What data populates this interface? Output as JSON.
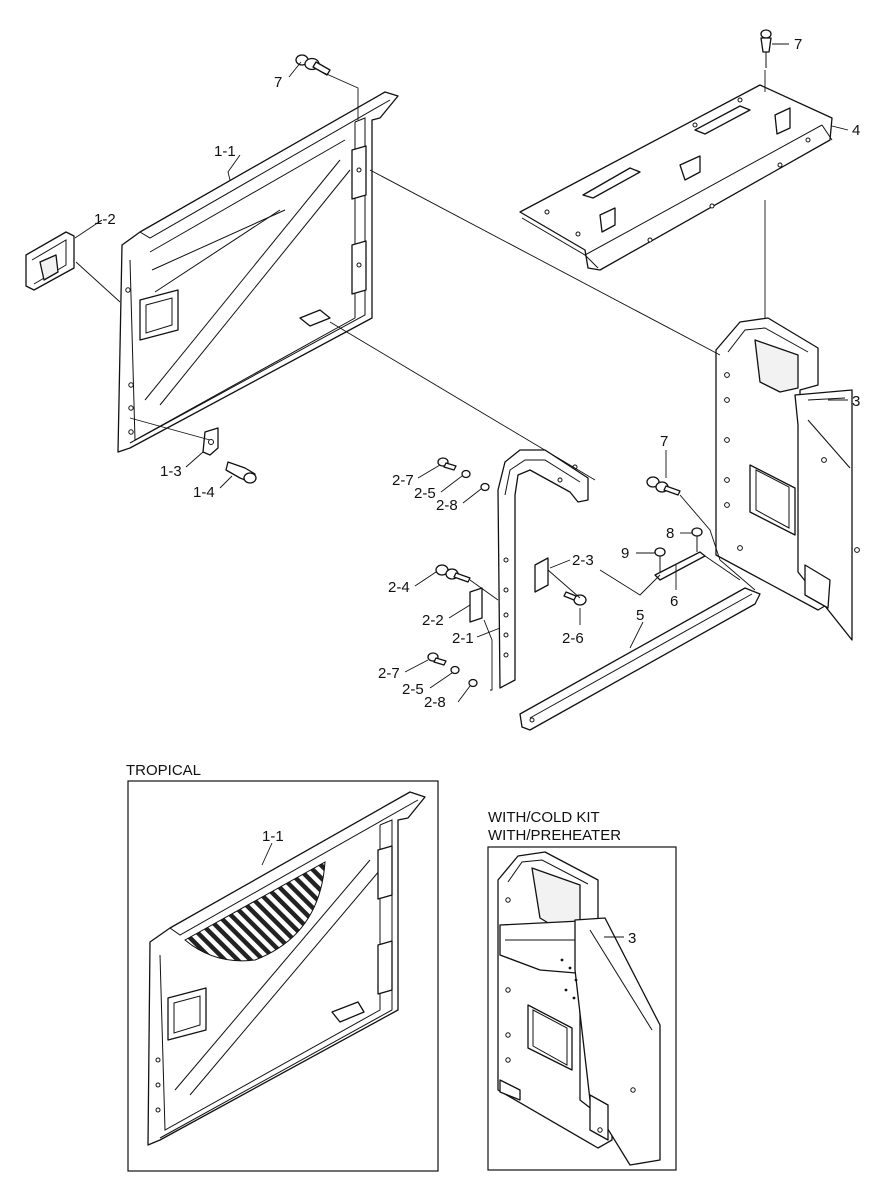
{
  "labels": {
    "p7_top_left": "7",
    "p7_top_right": "7",
    "p7_mid": "7",
    "p1_1": "1-1",
    "p1_2": "1-2",
    "p1_3": "1-3",
    "p1_4": "1-4",
    "p4": "4",
    "p3": "3",
    "p2_7a": "2-7",
    "p2_5a": "2-5",
    "p2_8a": "2-8",
    "p2_3": "2-3",
    "p2_4": "2-4",
    "p2_2": "2-2",
    "p2_1": "2-1",
    "p2_6": "2-6",
    "p2_7b": "2-7",
    "p2_5b": "2-5",
    "p2_8b": "2-8",
    "p8": "8",
    "p9": "9",
    "p6": "6",
    "p5": "5"
  },
  "insets": {
    "tropical": {
      "title": "TROPICAL",
      "label": "1-1"
    },
    "cold_kit": {
      "title_line1": "WITH/COLD KIT",
      "title_line2": "WITH/PREHEATER",
      "label": "3"
    }
  }
}
